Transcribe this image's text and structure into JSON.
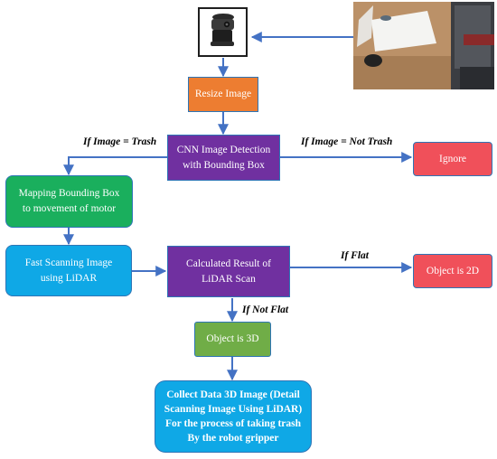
{
  "nodes": {
    "resize": "Resize Image",
    "cnn": "CNN Image Detection\nwith Bounding Box",
    "ignore": "Ignore",
    "mapping": "Mapping Bounding Box\nto movement of motor",
    "fast_scan": "Fast Scanning Image\nusing LiDAR",
    "calc": "Calculated Result of\nLiDAR Scan",
    "obj2d": "Object is 2D",
    "obj3d": "Object is 3D",
    "collect": "Collect Data 3D Image (Detail\nScanning Image Using LiDAR)\nFor the process of taking trash\nBy the robot gripper"
  },
  "edge_labels": {
    "trash": "If Image = Trash",
    "not_trash": "If Image = Not Trash",
    "flat": "If Flat",
    "not_flat": "If Not Flat"
  },
  "images": {
    "webcam": "webcam-icon",
    "scene": "desk-photo"
  },
  "colors": {
    "arrow": "#4472C4",
    "orange": "#ED7D31",
    "purple": "#7030A0",
    "red": "#F0505A",
    "green": "#1AAF5D",
    "cyan": "#0FA8E6",
    "light_green": "#70AD47"
  }
}
